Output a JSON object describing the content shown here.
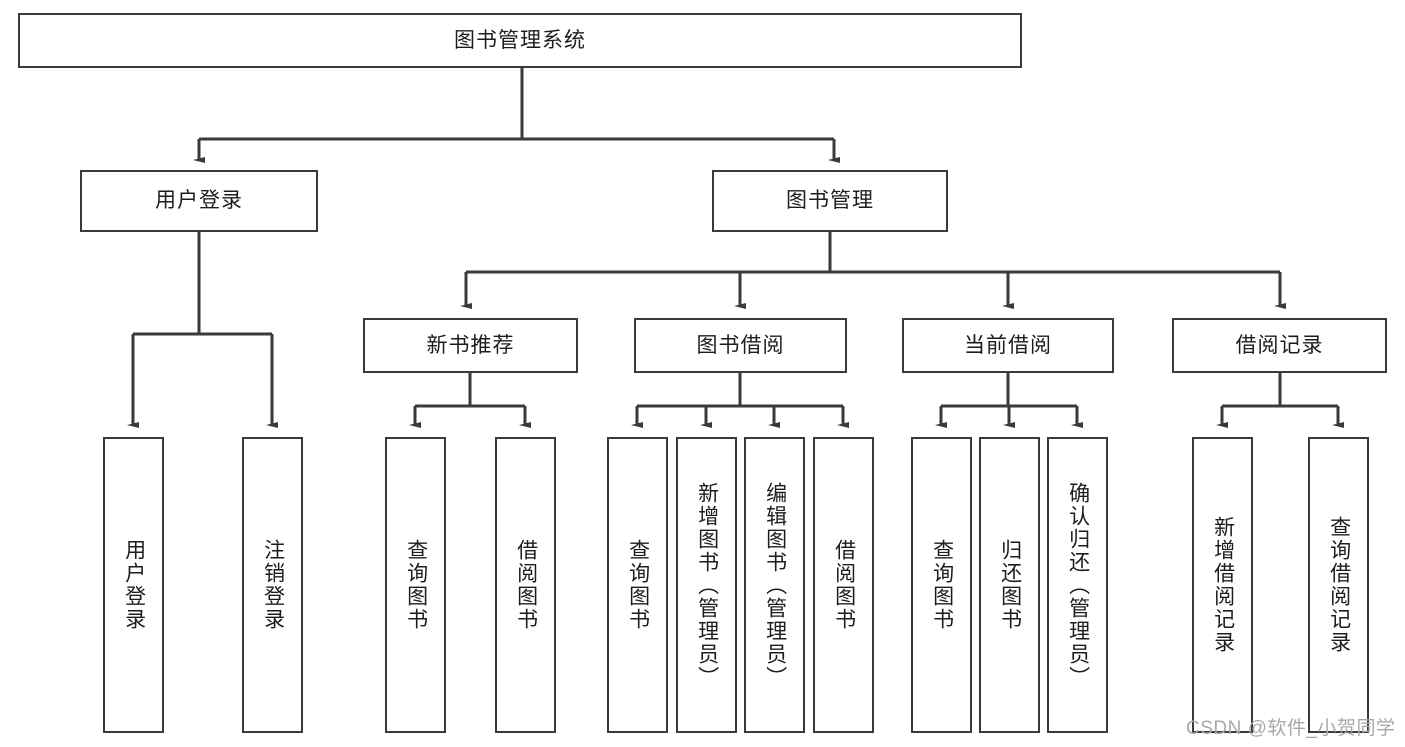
{
  "diagram": {
    "title": "图书管理系统",
    "type": "tree",
    "stroke_color": "#3a3a3a",
    "fill_color": "#ffffff",
    "text_color": "#1d1d1d",
    "root": {
      "label": "图书管理系统"
    },
    "level2": [
      {
        "label": "用户登录"
      },
      {
        "label": "图书管理"
      }
    ],
    "level3": [
      {
        "label": "新书推荐"
      },
      {
        "label": "图书借阅"
      },
      {
        "label": "当前借阅"
      },
      {
        "label": "借阅记录"
      }
    ],
    "leaves": {
      "user_login": [
        {
          "label": "用户登录"
        },
        {
          "label": "注销登录"
        }
      ],
      "new_book_recommend": [
        {
          "label": "查询图书"
        },
        {
          "label": "借阅图书"
        }
      ],
      "book_borrow": [
        {
          "label": "查询图书"
        },
        {
          "label": "新增图书（管理员）"
        },
        {
          "label": "编辑图书（管理员）"
        },
        {
          "label": "借阅图书"
        }
      ],
      "current_borrow": [
        {
          "label": "查询图书"
        },
        {
          "label": "归还图书"
        },
        {
          "label": "确认归还（管理员）"
        }
      ],
      "borrow_record": [
        {
          "label": "新增借阅记录"
        },
        {
          "label": "查询借阅记录"
        }
      ]
    }
  },
  "watermark": {
    "text": "CSDN @软件_小贺同学"
  }
}
